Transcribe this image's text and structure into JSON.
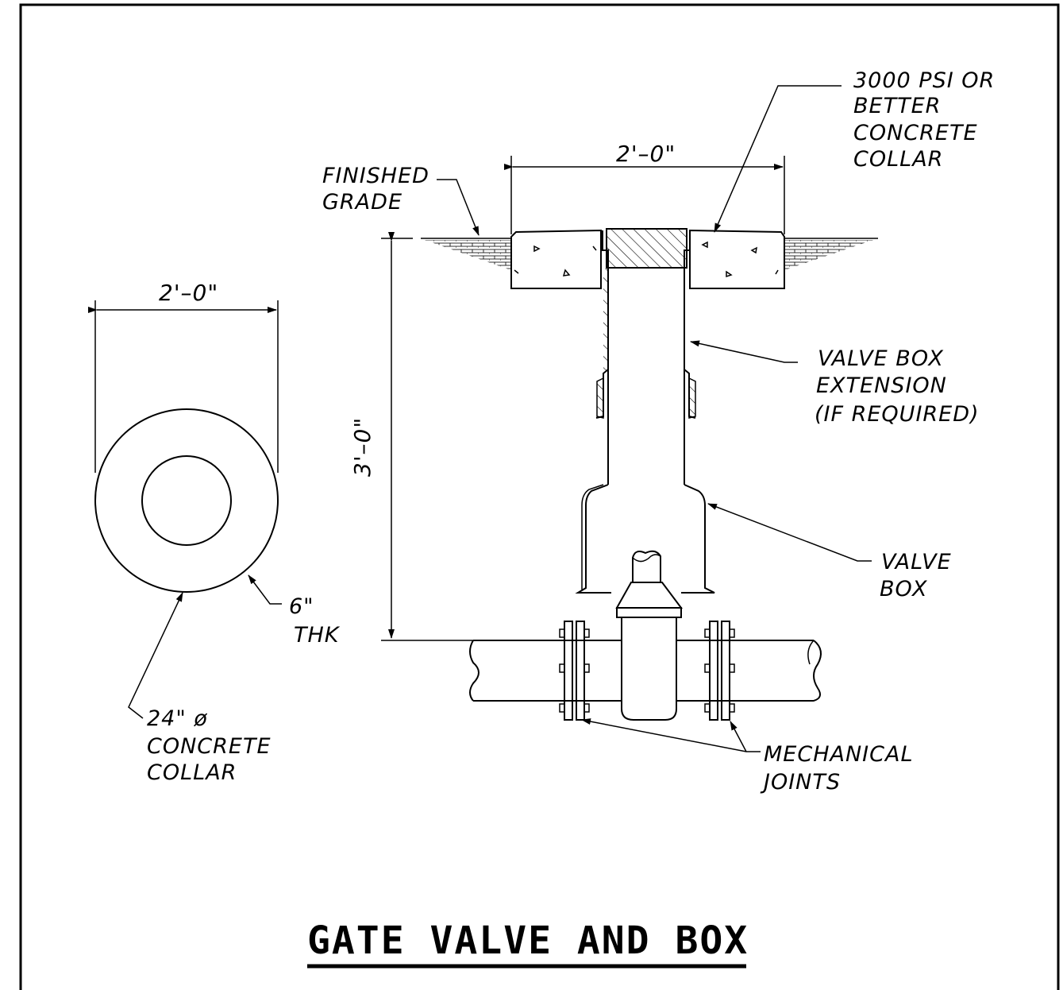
{
  "title": "GATE VALVE AND BOX",
  "dimensions": {
    "plan_width": "2'–0\"",
    "collar_width": "2'–0\"",
    "depth": "3'–0\""
  },
  "labels": {
    "finished_grade": [
      "FINISHED",
      "GRADE"
    ],
    "concrete_collar_spec": [
      "3000 PSI OR",
      "BETTER",
      "CONCRETE",
      "COLLAR"
    ],
    "valve_box_extension": [
      "VALVE BOX",
      "EXTENSION",
      "(IF REQUIRED)"
    ],
    "valve_box": [
      "VALVE",
      "BOX"
    ],
    "thickness": [
      "6\"",
      "THK"
    ],
    "plan_collar": [
      "24\" ø",
      "CONCRETE",
      "COLLAR"
    ],
    "mechanical_joints": [
      "MECHANICAL",
      "JOINTS"
    ]
  }
}
